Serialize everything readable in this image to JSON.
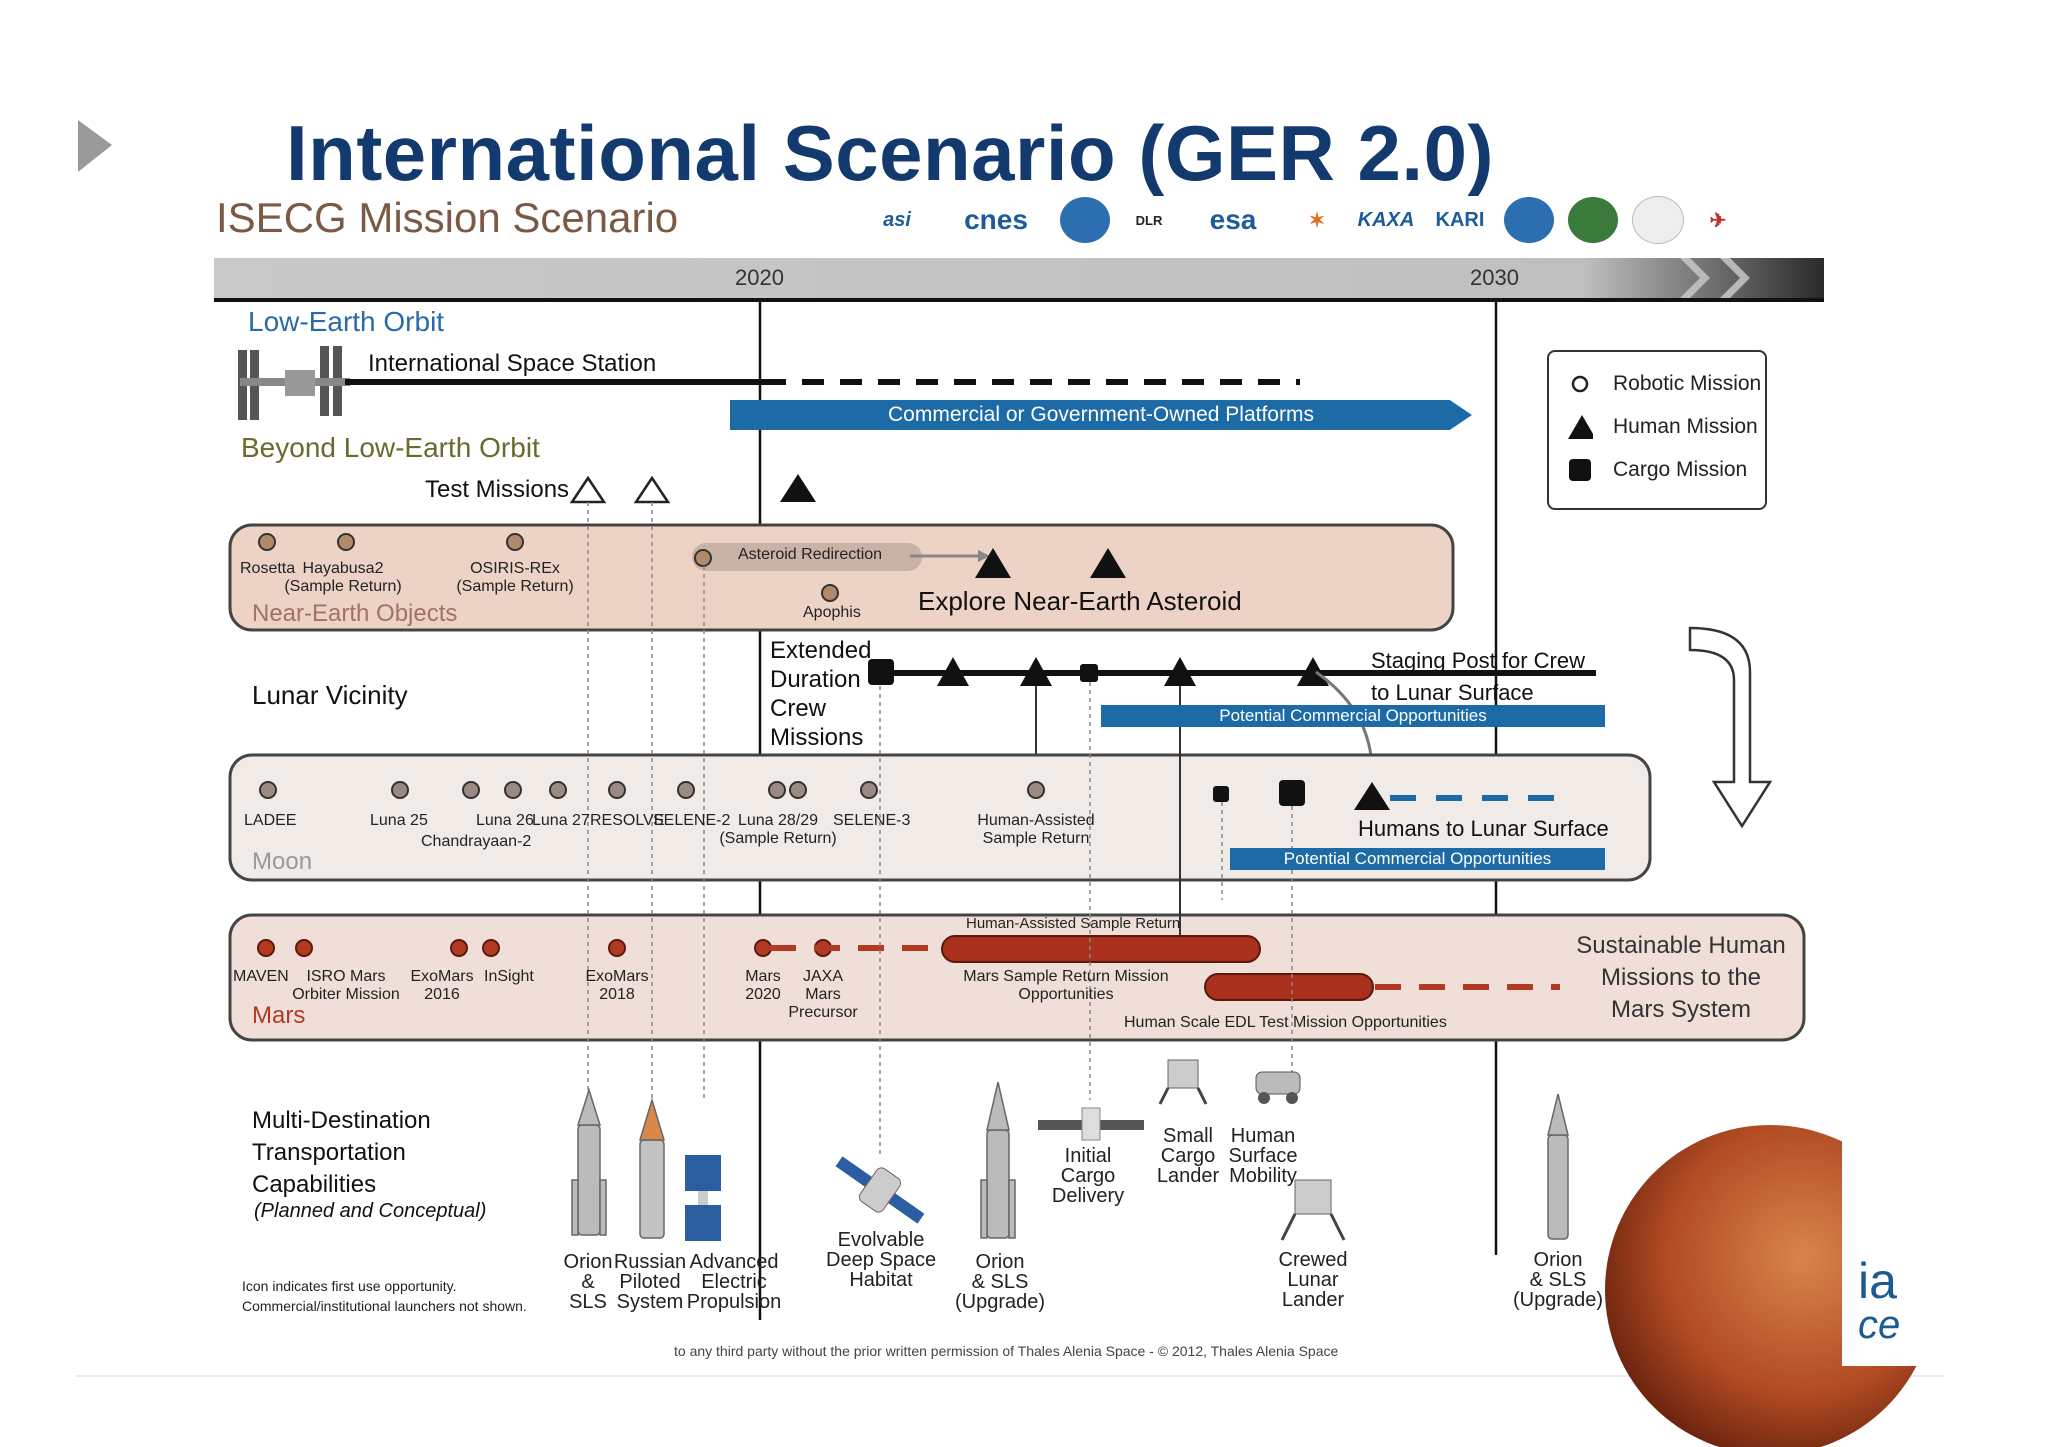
{
  "slide": {
    "title": "International Scenario (GER 2.0)",
    "subtitle": "ISECG Mission Scenario",
    "footer": "to any third party without the prior written permission of Thales Alenia Space - © 2012, Thales Alenia Space"
  },
  "agency_logos": [
    "asi",
    "cnes",
    "DLR",
    "esa",
    "KAXA",
    "KARI"
  ],
  "timeline": {
    "ticks": [
      "2020",
      "2030"
    ]
  },
  "leo": {
    "heading": "Low-Earth Orbit",
    "iss_label": "International Space Station",
    "platforms_banner": "Commercial or Government-Owned Platforms"
  },
  "beyond": {
    "heading": "Beyond Low-Earth Orbit",
    "test_missions": "Test Missions"
  },
  "neo": {
    "heading": "Near-Earth Objects",
    "missions": [
      "Rosetta",
      "Hayabusa2\n(Sample Return)",
      "OSIRIS-REx\n(Sample Return)",
      "Apophis"
    ],
    "asteroid_redirection": "Asteroid Redirection",
    "explore": "Explore Near-Earth Asteroid"
  },
  "lunar_vicinity": {
    "heading": "Lunar Vicinity",
    "extended": "Extended\nDuration\nCrew\nMissions",
    "staging_post": "Staging Post for Crew\nto Lunar Surface",
    "commercial": "Potential Commercial Opportunities"
  },
  "moon": {
    "heading": "Moon",
    "missions": [
      "LADEE",
      "Luna 25",
      "Luna 26",
      "Luna 27",
      "RESOLVE",
      "SELENE-2",
      "Luna 28/29\n(Sample Return)",
      "SELENE-3",
      "Human-Assisted\nSample Return",
      "Chandrayaan-2"
    ],
    "humans_surface": "Humans to Lunar Surface",
    "commercial": "Potential Commercial Opportunities"
  },
  "mars": {
    "heading": "Mars",
    "missions": [
      "MAVEN",
      "ISRO Mars\nOrbiter Mission",
      "ExoMars\n2016",
      "InSight",
      "ExoMars\n2018",
      "Mars\n2020",
      "JAXA\nMars\nPrecursor"
    ],
    "human_assisted": "Human-Assisted Sample Return",
    "sample_return": "Mars Sample Return Mission\nOpportunities",
    "edl": "Human Scale EDL Test Mission Opportunities",
    "sustainable": "Sustainable Human\nMissions to the\nMars System"
  },
  "transport": {
    "heading": "Multi-Destination\nTransportation\nCapabilities",
    "subheading": "(Planned and Conceptual)",
    "note": "Icon indicates first use opportunity.\nCommercial/institutional launchers not shown.",
    "items": [
      "Orion\n&\nSLS",
      "Russian\nPiloted\nSystem",
      "Advanced\nElectric\nPropulsion",
      "Evolvable\nDeep Space\nHabitat",
      "Orion\n& SLS\n(Upgrade)",
      "Initial\nCargo\nDelivery",
      "Small\nCargo\nLander",
      "Human\nSurface\nMobility",
      "Crewed\nLunar\nLander",
      "Orion\n& SLS\n(Upgrade)"
    ]
  },
  "legend": {
    "robotic": "Robotic Mission",
    "human": "Human Mission",
    "cargo": "Cargo Mission"
  },
  "colors": {
    "title": "#123a6e",
    "banner_blue": "#1c6aa6",
    "neo_fill": "#ecd3c5",
    "moon_fill": "#f1ebe8",
    "mars_fill": "#f0dfd9",
    "mars_dot": "#b33a22",
    "mars_bar": "#a8301c"
  }
}
